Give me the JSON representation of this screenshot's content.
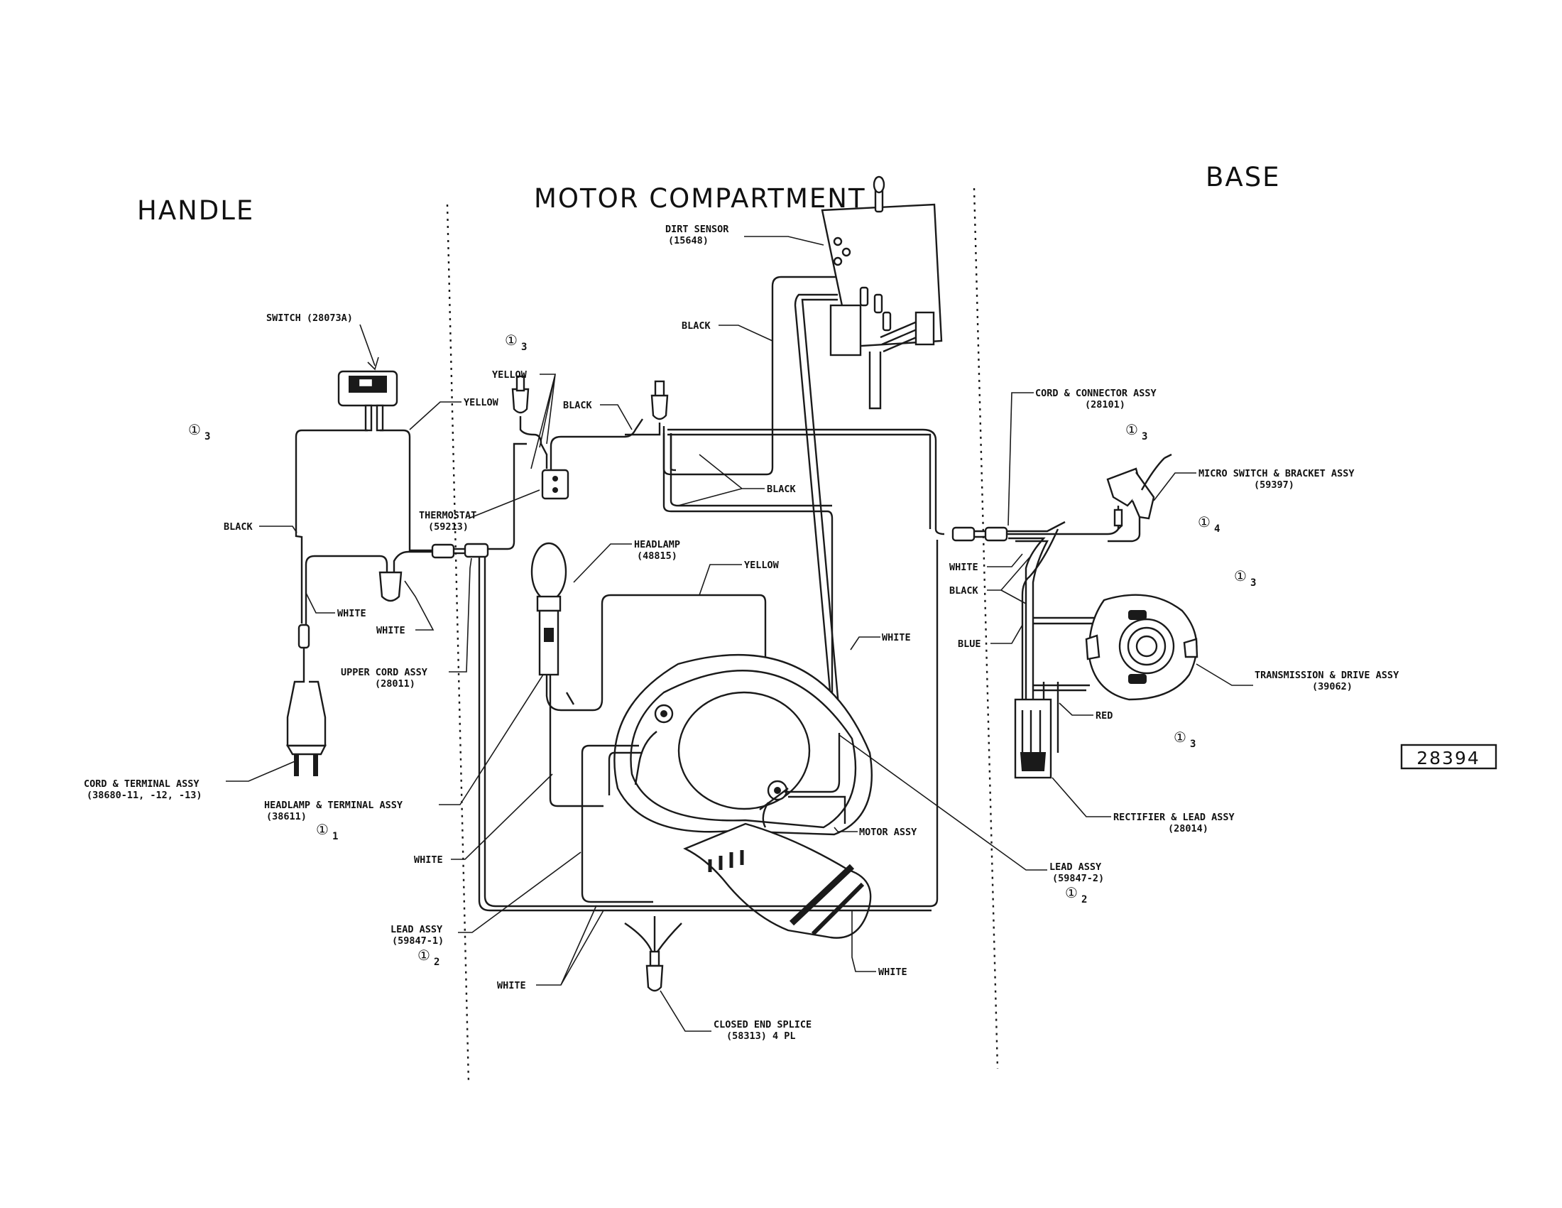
{
  "sections": {
    "handle": "HANDLE",
    "motor": "MOTOR COMPARTMENT",
    "base": "BASE"
  },
  "drawing_number": "28394",
  "note_symbol": "①",
  "labels": {
    "switch": "SWITCH (28073A)",
    "black_handle": "BLACK",
    "yellow_switch": "YELLOW",
    "white_plug": "WHITE",
    "white_splice": "WHITE",
    "upper_cord_1": "UPPER CORD ASSY",
    "upper_cord_2": "(28011)",
    "cord_terminal_1": "CORD & TERMINAL ASSY",
    "cord_terminal_2": "(38680-11, -12, -13)",
    "headlamp_terminal_1": "HEADLAMP & TERMINAL ASSY",
    "headlamp_terminal_2": "(38611)",
    "yellow_thermostat": "YELLOW",
    "black_top": "BLACK",
    "thermostat_1": "THERMOSTAT",
    "thermostat_2": "(59213)",
    "dirt_sensor_1": "DIRT SENSOR",
    "dirt_sensor_2": "(15648)",
    "black_sensor": "BLACK",
    "black_mid": "BLACK",
    "headlamp_1": "HEADLAMP",
    "headlamp_2": "(48815)",
    "yellow_motor": "YELLOW",
    "white_motor": "WHITE",
    "motor_assy": "MOTOR ASSY",
    "white_left": "WHITE",
    "lead_left_1": "LEAD ASSY",
    "lead_left_2": "(59847-1)",
    "white_bottom_left": "WHITE",
    "white_bottom_right": "WHITE",
    "splice_1": "CLOSED END SPLICE",
    "splice_2": "(58313) 4 PL",
    "lead_right_1": "LEAD ASSY",
    "lead_right_2": "(59847-2)",
    "cord_connector_1": "CORD & CONNECTOR ASSY",
    "cord_connector_2": "(28101)",
    "micro_switch_1": "MICRO SWITCH & BRACKET ASSY",
    "micro_switch_2": "(59397)",
    "white_base": "WHITE",
    "black_base": "BLACK",
    "blue_base": "BLUE",
    "transmission_1": "TRANSMISSION & DRIVE ASSY",
    "transmission_2": "(39062)",
    "red_base": "RED",
    "rectifier_1": "RECTIFIER & LEAD ASSY",
    "rectifier_2": "(28014)"
  },
  "notes": [
    {
      "id": "handle-a",
      "sub": "3"
    },
    {
      "id": "motor-top",
      "sub": "3"
    },
    {
      "id": "headlamp-terminal",
      "sub": "1"
    },
    {
      "id": "lead-left",
      "sub": "2"
    },
    {
      "id": "lead-right",
      "sub": "2"
    },
    {
      "id": "base-a",
      "sub": "3"
    },
    {
      "id": "base-b",
      "sub": "4"
    },
    {
      "id": "base-c",
      "sub": "3"
    },
    {
      "id": "base-d",
      "sub": "3"
    }
  ]
}
